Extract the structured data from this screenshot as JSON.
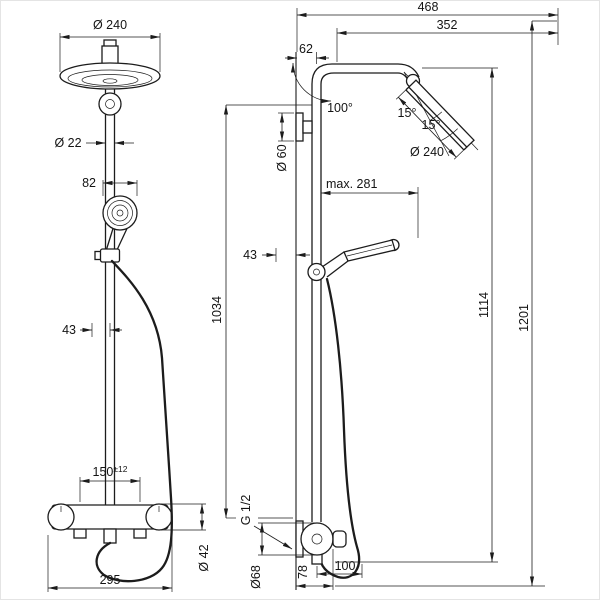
{
  "front": {
    "head_diameter": "Ø 240",
    "pipe_diameter": "Ø 22",
    "hand_shower_width": "82",
    "holder_offset": "43",
    "valve_centers": "150",
    "valve_tolerance": "±12",
    "knob_diameter": "Ø 42",
    "valve_width": "295"
  },
  "side": {
    "total_depth": "468",
    "arm_depth": "352",
    "wall_to_pipe": "62",
    "arm_angle": "100°",
    "head_tilt_upper": "15°",
    "head_tilt_lower": "15°",
    "head_diameter": "Ø 240",
    "escutcheon_diameter": "Ø 60",
    "max_reach": "max. 281",
    "holder_offset": "43",
    "riser_length": "1034",
    "height_to_arm": "1114",
    "total_height": "1201",
    "thread": "G 1/2",
    "valve_diameter": "Ø68",
    "valve_depth": "78",
    "bottom_clearance": "100"
  }
}
